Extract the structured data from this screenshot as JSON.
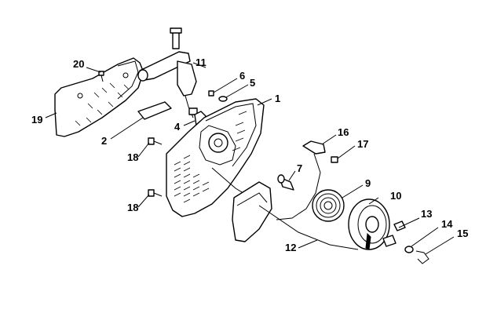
{
  "labels": {
    "l1": "1",
    "l2": "2",
    "l4": "4",
    "l5": "5",
    "l6": "6",
    "l7": "7",
    "l9": "9",
    "l10": "10",
    "l11": "11",
    "l12": "12",
    "l13": "13",
    "l14": "14",
    "l15": "15",
    "l16": "16",
    "l17": "17",
    "l18a": "18",
    "l18b": "18",
    "l19": "19",
    "l20": "20"
  }
}
